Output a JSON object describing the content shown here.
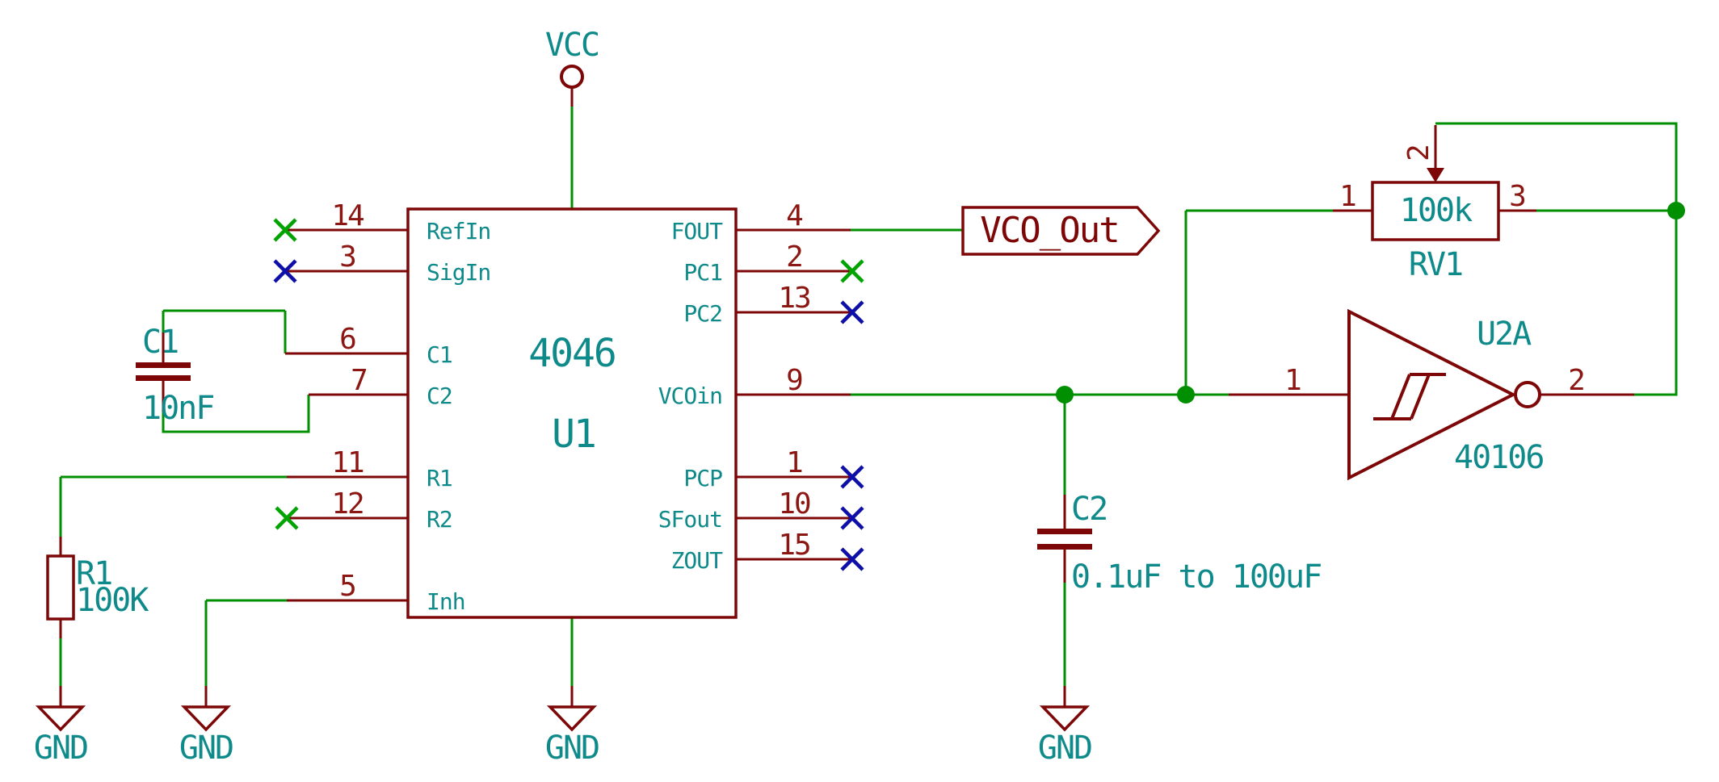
{
  "colors": {
    "background": "#ffffff",
    "wire_green": "#008f00",
    "component_red": "#7d0606",
    "pin_number_red": "#8b1612",
    "field_teal": "#0f8a8a",
    "no_connect_blue": "#0e0ea8",
    "no_connect_green": "#00a400"
  },
  "power": {
    "vcc_label": "VCC",
    "gnd_labels": [
      "GND",
      "GND",
      "GND",
      "GND"
    ]
  },
  "u1": {
    "reference": "U1",
    "value": "4046",
    "left_pins": [
      {
        "number": "14",
        "name": "RefIn"
      },
      {
        "number": "3",
        "name": "SigIn"
      },
      {
        "number": "6",
        "name": "C1"
      },
      {
        "number": "7",
        "name": "C2"
      },
      {
        "number": "11",
        "name": "R1"
      },
      {
        "number": "12",
        "name": "R2"
      },
      {
        "number": "5",
        "name": "Inh"
      }
    ],
    "right_pins": [
      {
        "number": "4",
        "name": "FOUT"
      },
      {
        "number": "2",
        "name": "PC1"
      },
      {
        "number": "13",
        "name": "PC2"
      },
      {
        "number": "9",
        "name": "VCOin"
      },
      {
        "number": "1",
        "name": "PCP"
      },
      {
        "number": "10",
        "name": "SFout"
      },
      {
        "number": "15",
        "name": "ZOUT"
      }
    ]
  },
  "c1": {
    "reference": "C1",
    "value": "10nF"
  },
  "c2": {
    "reference": "C2",
    "value": "0.1uF to 100uF"
  },
  "r1": {
    "reference": "R1",
    "value": "100K"
  },
  "rv1": {
    "reference": "RV1",
    "value": "100k",
    "pins": [
      "1",
      "2",
      "3"
    ]
  },
  "u2a": {
    "reference": "U2A",
    "value": "40106",
    "pins": [
      "1",
      "2"
    ]
  },
  "net_label": {
    "text": "VCO_Out"
  }
}
